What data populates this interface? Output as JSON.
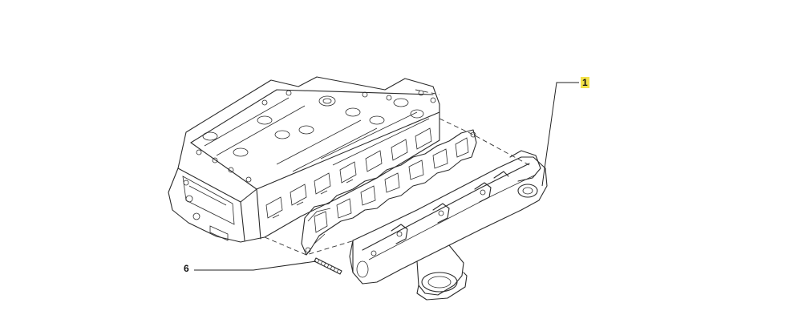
{
  "callouts": [
    {
      "id": "1",
      "label": "1",
      "highlight": "#f3e24a"
    },
    {
      "id": "6",
      "label": "6"
    }
  ],
  "parts": [
    {
      "name": "cylinder-head-illustration"
    },
    {
      "name": "manifold-gasket-illustration"
    },
    {
      "name": "exhaust-manifold-illustration"
    },
    {
      "name": "stud-illustration"
    }
  ]
}
